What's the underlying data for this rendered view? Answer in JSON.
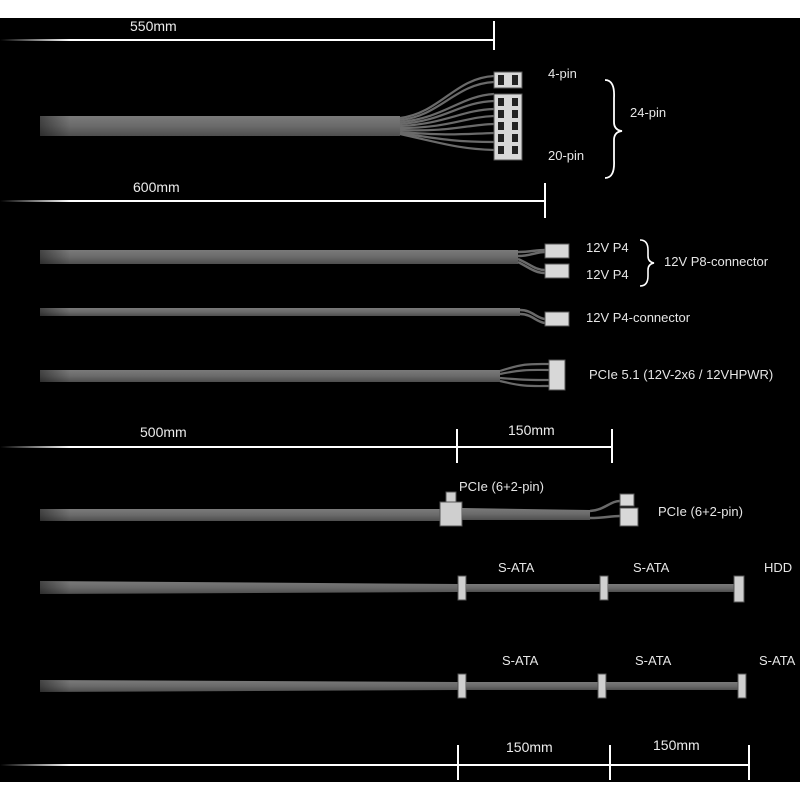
{
  "dimensions": {
    "d550": "550mm",
    "d600": "600mm",
    "d500": "500mm",
    "d150_pcie": "150mm",
    "d150_a": "150mm",
    "d150_b": "150mm"
  },
  "atx": {
    "pin4": "4-pin",
    "pin20": "20-pin",
    "pin24": "24-pin"
  },
  "eps": {
    "p4_top": "12V P4",
    "p4_bottom": "12V P4",
    "p8": "12V P8-connector"
  },
  "p4": {
    "label": "12V P4-connector"
  },
  "pcie5": {
    "label": "PCIe 5.1 (12V-2x6 / 12VHPWR)"
  },
  "pcie": {
    "mid": "PCIe (6+2-pin)",
    "end": "PCIe (6+2-pin)"
  },
  "sata1": {
    "a": "S-ATA",
    "b": "S-ATA",
    "c": "HDD"
  },
  "sata2": {
    "a": "S-ATA",
    "b": "S-ATA",
    "c": "S-ATA"
  },
  "colors": {
    "background": "#000000",
    "cable": "#6e6e6e",
    "text": "#e6e6e6",
    "dimension_line": "#ffffff"
  }
}
